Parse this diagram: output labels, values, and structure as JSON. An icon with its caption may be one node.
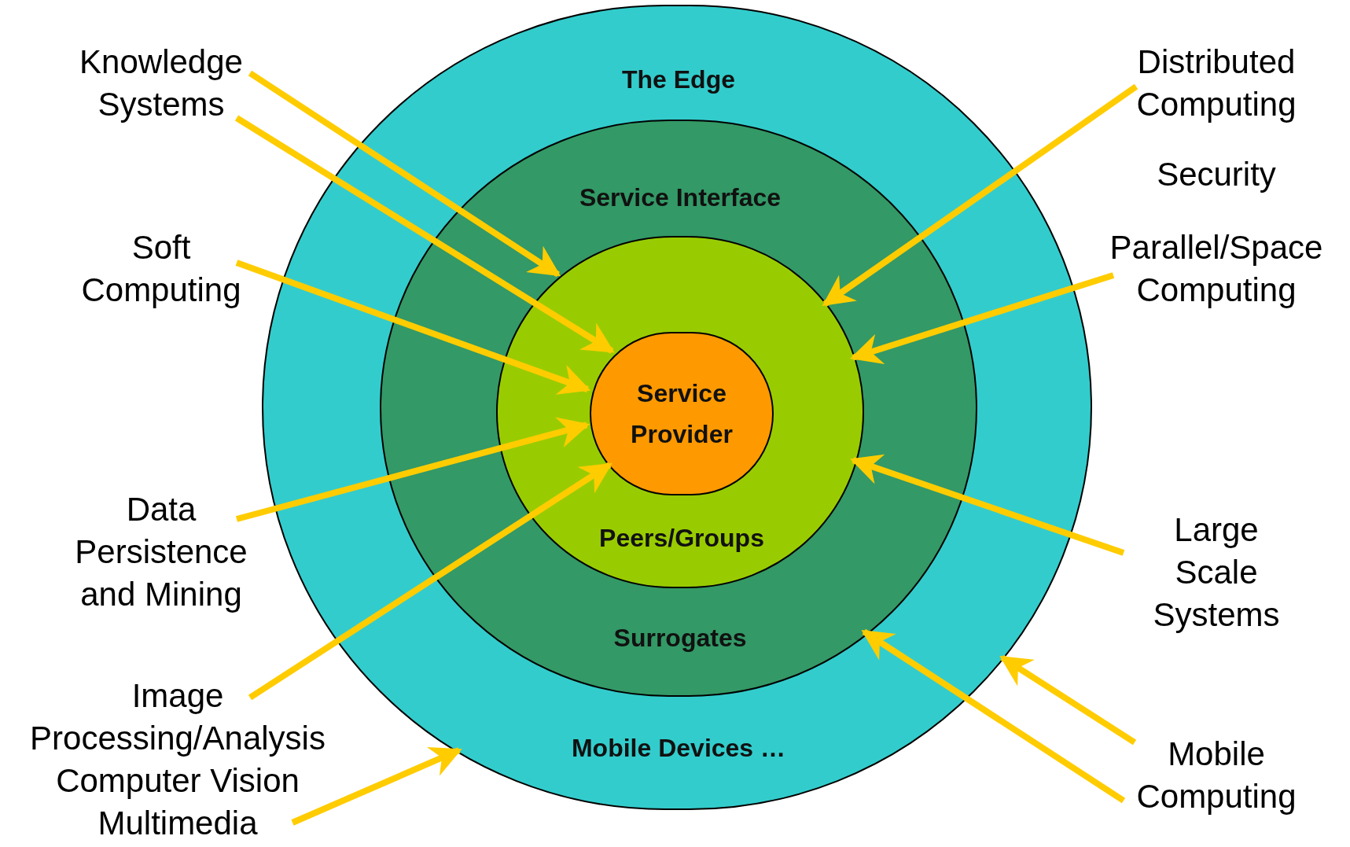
{
  "diagram": {
    "nodes": [
      {
        "text": [
          "The Edge",
          "Mobile Devices …"
        ]
      },
      {
        "text": [
          "Service Interface",
          "Surrogates"
        ],
        "in": 0
      },
      {
        "text": [
          "Peers/Groups"
        ],
        "in": 1
      },
      {
        "text": [
          "Service Provider"
        ],
        "in": 2
      },
      {
        "text": [
          "Knowledge Systems"
        ]
      },
      {
        "text": [
          "Soft Computing"
        ]
      },
      {
        "text": [
          "Data Persistence and Mining"
        ]
      },
      {
        "text": [
          "Image Processing/Analysis Computer Vision Multimedia"
        ]
      },
      {
        "text": [
          "Distributed Computing"
        ]
      },
      {
        "text": [
          "Parallel/Space Computing"
        ]
      },
      {
        "text": [
          "Large Scale Systems"
        ]
      },
      {
        "text": [
          "Mobile Computing"
        ]
      }
    ],
    "edges": [
      {
        "from": 4,
        "to": 2,
        "arrow": "to"
      },
      {
        "from": 4,
        "to": 3,
        "arrow": "to"
      },
      {
        "from": 5,
        "to": 3,
        "arrow": "to"
      },
      {
        "from": 6,
        "to": 3,
        "arrow": "to"
      },
      {
        "from": 7,
        "to": 3,
        "arrow": "to"
      },
      {
        "from": 7,
        "to": 0,
        "arrow": "to"
      },
      {
        "from": 8,
        "to": 2,
        "arrow": "to"
      },
      {
        "from": 9,
        "to": 2,
        "arrow": "to"
      },
      {
        "from": 10,
        "to": 2,
        "arrow": "to"
      },
      {
        "from": 11,
        "to": 1,
        "arrow": "to"
      },
      {
        "from": 11,
        "to": 0,
        "arrow": "to"
      }
    ],
    "labels": [
      "Security"
    ]
  }
}
